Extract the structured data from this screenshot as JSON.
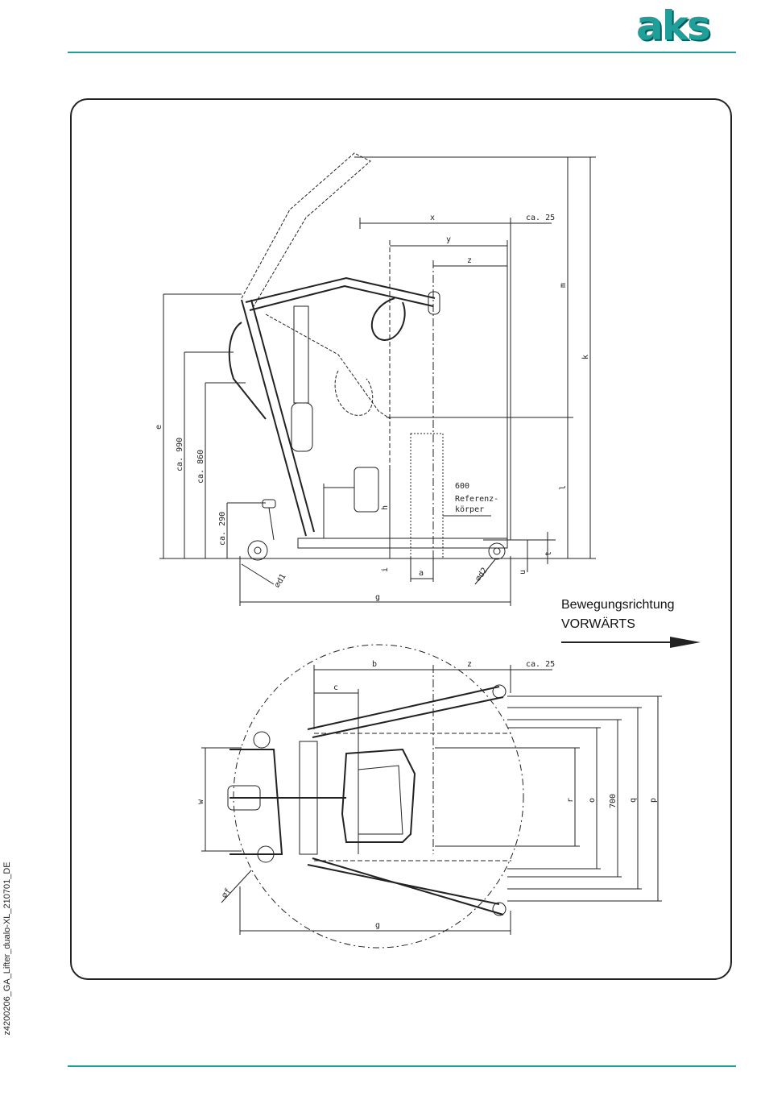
{
  "header": {
    "logo_text": "aks"
  },
  "footer": {
    "document_code": "z4200206_GA_Lifter_dualo-XL_210701_DE"
  },
  "colors": {
    "accent": "#1f9e9a",
    "line": "#222222"
  },
  "direction": {
    "line1": "Bewegungsrichtung",
    "line2": "VORWÄRTS"
  },
  "reference": {
    "size": "600",
    "label_line1": "Referenz-",
    "label_line2": "körper"
  },
  "side_view_labels": {
    "x": "x",
    "y": "y",
    "z": "z",
    "ca25": "ca. 25",
    "m": "m",
    "k": "k",
    "l": "l",
    "e": "e",
    "ca990": "ca. 990",
    "ca860": "ca. 860",
    "ca290": "ca. 290",
    "h": "h",
    "i": "i",
    "a": "a",
    "d1": "⌀d1",
    "d2": "⌀d2",
    "t": "t",
    "u": "u",
    "g": "g"
  },
  "top_view_labels": {
    "b": "b",
    "z": "z",
    "ca25": "ca. 25",
    "c": "c",
    "w": "w",
    "r": "r",
    "o": "o",
    "v700": "700",
    "q": "q",
    "p": "p",
    "f": "⌀f",
    "g": "g"
  }
}
